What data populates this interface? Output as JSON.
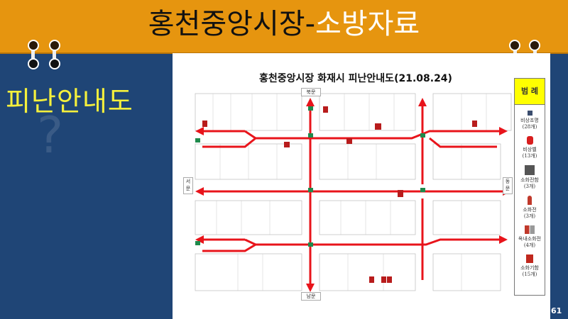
{
  "header": {
    "title_main": "홍천중앙시장-",
    "title_accent": "소방자료"
  },
  "sidebar": {
    "title": "피난안내도"
  },
  "map": {
    "title": "홍천중앙시장  화재시  피난안내도(21.08.24)",
    "gates": {
      "north": "북문",
      "west": "서문",
      "east": "동문",
      "south": "남문"
    }
  },
  "legend": {
    "heading": "범  례",
    "items": [
      {
        "name": "비상조명",
        "count": "(28개)",
        "icon": "emergency-light-icon"
      },
      {
        "name": "비상벨",
        "count": "(13개)",
        "icon": "emergency-bell-icon"
      },
      {
        "name": "소화전함",
        "count": "(3개)",
        "icon": "hydrant-box-icon"
      },
      {
        "name": "소화전",
        "count": "(3개)",
        "icon": "fire-hydrant-icon"
      },
      {
        "name": "옥내소화전",
        "count": "(4개)",
        "icon": "indoor-hydrant-icon"
      },
      {
        "name": "소화기함",
        "count": "(15개)",
        "icon": "extinguisher-box-icon"
      }
    ]
  },
  "colors": {
    "header": "#e6950f",
    "background": "#1f4576",
    "route": "#e8141b",
    "legend_head": "#ffff00"
  },
  "page_number": "61"
}
